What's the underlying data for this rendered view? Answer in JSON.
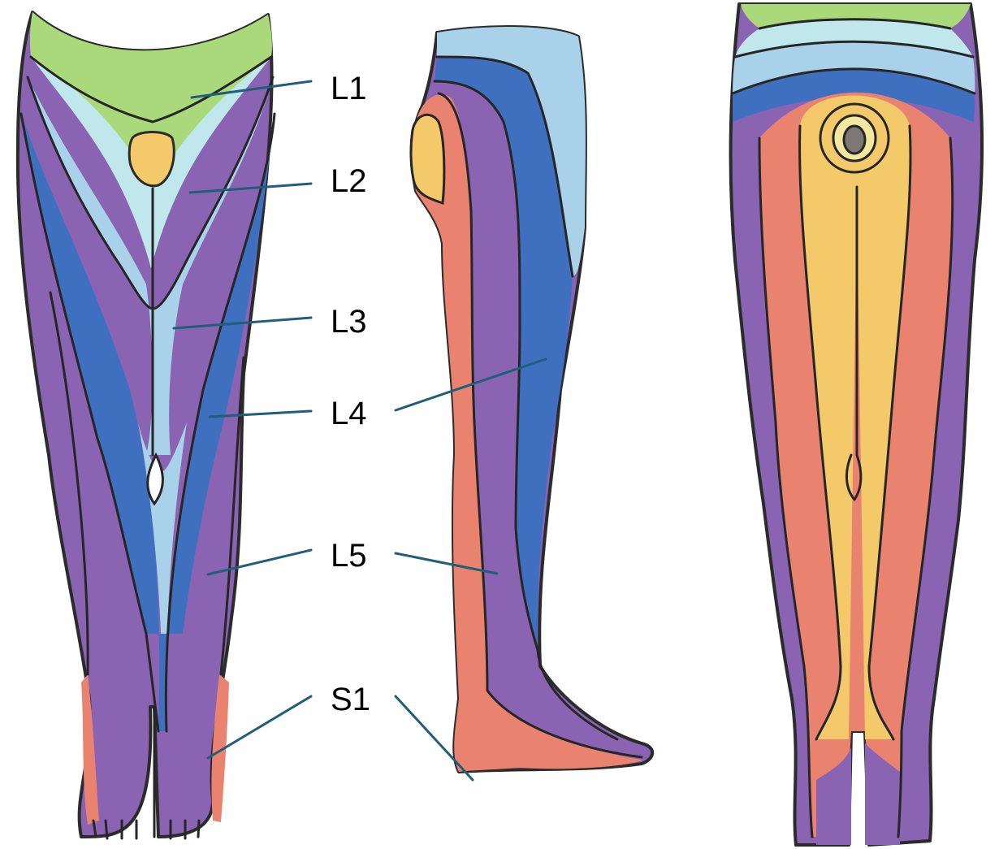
{
  "labels": {
    "l1": "L1",
    "l2": "L2",
    "l3": "L3",
    "l4": "L4",
    "l5": "L5",
    "s1": "S1"
  },
  "colors": {
    "L1": "#a9d97b",
    "L2": "#bfe7ec",
    "L3": "#a9d1ea",
    "L4": "#3f6fbf",
    "L5": "#8a63b3",
    "S1": "#e9826f",
    "S2_S5": "#f3c96a",
    "outline": "#2b2b2b",
    "leader": "#1f5f7a"
  }
}
